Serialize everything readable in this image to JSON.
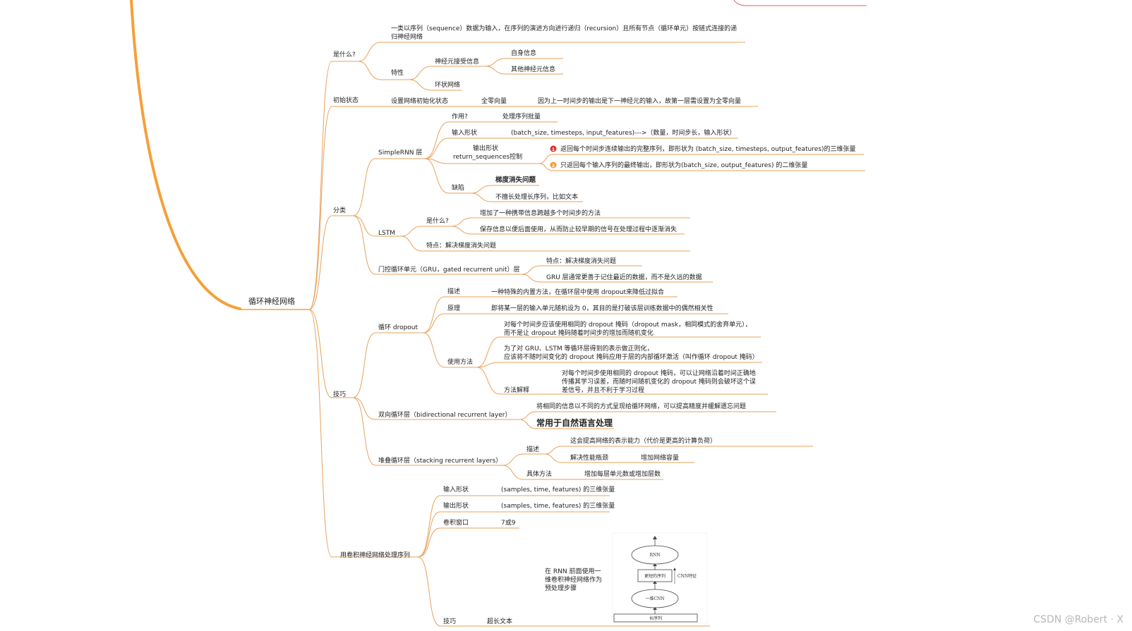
{
  "root": "循环神经网络",
  "what": {
    "label": "是什么?",
    "desc_line1": "一类以序列（sequence）数据为输入，在序列的演进方向进行递归（recursion）且所有节点（循环单元）按链式连接的递",
    "desc_line2": "归神经网络",
    "feature": "特性",
    "neuron_receive": "神经元接受信息",
    "self_info": "自身信息",
    "other_info": "其他神经元信息",
    "ring": "环状网络"
  },
  "init": {
    "label": "初始状态",
    "set": "设置网络初始化状态",
    "zero": "全零向量",
    "reason": "因为上一时间步的输出是下一神经元的输入，故第一层需设置为全零向量"
  },
  "classify": {
    "label": "分类",
    "simplernn": {
      "label": "SimpleRNN 层",
      "role": "作用?",
      "role_val": "处理序列批量",
      "input_shape": "输入形状",
      "input_val": "(batch_size, timesteps, input_features)--->（数量，时间步长，输入形状）",
      "output_shape_l1": "输出形状",
      "output_shape_l2": "return_sequences控制",
      "out1_badge": "1",
      "out1": "返回每个时间步连续输出的完整序列，即形状为 (batch_size, timesteps, output_features)的三维张量",
      "out2_badge": "2",
      "out2": "只返回每个输入序列的最终输出，即形状为(batch_size, output_features) 的二维张量",
      "defect": "缺陷",
      "defect1": "梯度消失问题",
      "defect2": "不擅长处理长序列，比如文本"
    },
    "lstm": {
      "label": "LSTM",
      "what": "是什么?",
      "what1": "增加了一种携带信息跨越多个时间步的方法",
      "what2": "保存信息以便后面使用，从而防止较早期的信号在处理过程中逐渐消失",
      "feature": "特点：解决梯度消失问题"
    },
    "gru": {
      "label": "门控循环单元（GRU，gated recurrent unit）层",
      "f1": "特点：解决梯度消失问题",
      "f2": "GRU 层通常更善于记住最近的数据，而不是久远的数据"
    }
  },
  "tricks": {
    "label": "技巧",
    "dropout": {
      "label": "循环 dropout",
      "desc": "描述",
      "desc_val": "一种特殊的内置方法，在循环层中使用 dropout来降低过拟合",
      "principle": "原理",
      "principle_val": "即将某一层的输入单元随机设为 0，其目的是打破该层训练数据中的偶然相关性",
      "usage": "使用方法",
      "usage1_l1": "对每个时间步应该使用相同的 dropout 掩码（dropout mask，相同模式的舍弃单元），",
      "usage1_l2": "而不是让 dropout 掩码随着时间步的增加而随机变化",
      "usage2_l1": "为了对 GRU、LSTM 等循环层得到的表示做正则化，",
      "usage2_l2": "应该将不随时间变化的 dropout 掩码应用于层的内部循环激活（叫作循环 dropout 掩码）",
      "explain": "方法解释",
      "explain_l1": "对每个时间步使用相同的 dropout 掩码，可以让网络沿着时间正确地",
      "explain_l2": "传播其学习误差，而随时间随机变化的 dropout 掩码则会破坏这个误",
      "explain_l3": "差信号，并且不利于学习过程"
    },
    "bidir": {
      "label": "双向循环层（bidirectional recurrent layer）",
      "v1": "将相同的信息以不同的方式呈现给循环网络，可以提高精度并缓解遗忘问题",
      "v2": "常用于自然语言处理"
    },
    "stack": {
      "label": "堆叠循环层（stacking recurrent layers）",
      "desc": "描述",
      "desc1": "这会提高网络的表示能力（代价是更高的计算负荷）",
      "desc2": "解决性能瓶颈",
      "desc2_val": "增加网络容量",
      "method": "具体方法",
      "method_val": "增加每层单元数或增加层数"
    }
  },
  "conv": {
    "label": "用卷积神经网络处理序列",
    "input": "输入形状",
    "input_val": "(samples, time, features) 的三维张量",
    "output": "输出形状",
    "output_val": "(samples, time, features) 的三维张量",
    "window": "卷积窗口",
    "window_val": "7或9",
    "trick": "技巧",
    "trick_val": "超长文本",
    "note_l1": "在 RNN 前面使用一",
    "note_l2": "维卷积神经网络作为",
    "note_l3": "预处理步骤",
    "diagram": {
      "rnn": "RNN",
      "seq": "更短的序列",
      "cnn_feat": "CNN特征",
      "cnn": "一维CNN",
      "long": "长序列"
    }
  },
  "watermark": "CSDN @Robert · X",
  "colors": {
    "trunk": "#f5a03a",
    "branch": "#e8a15a",
    "frame": "#e06060"
  }
}
